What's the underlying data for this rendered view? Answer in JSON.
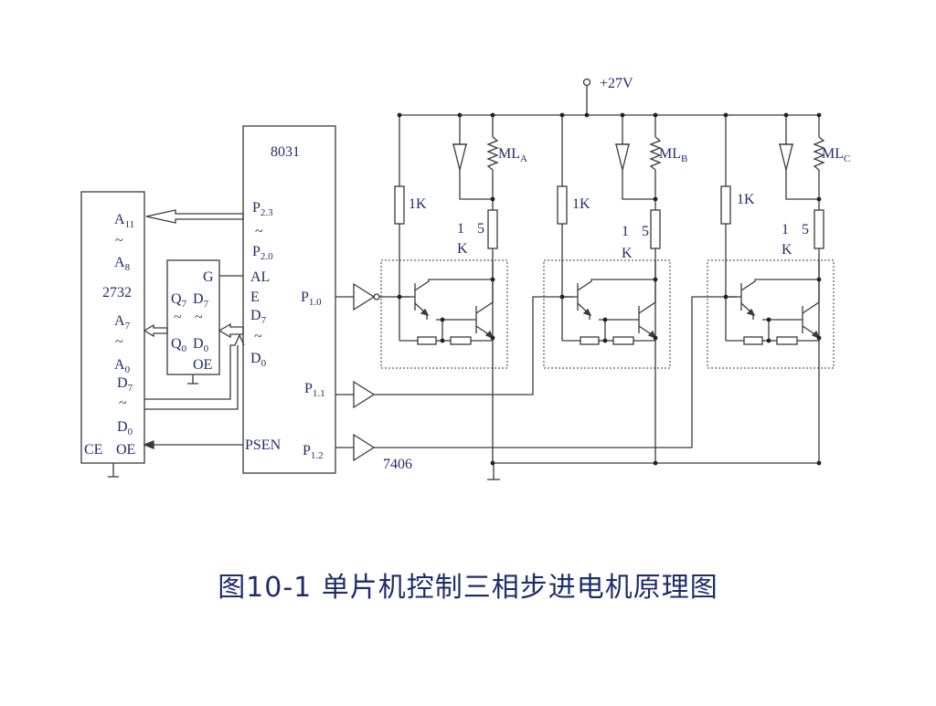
{
  "colors": {
    "line": "#3a3a3a",
    "text": "#1f2d6b"
  },
  "diagram": {
    "supply_label": "+27V",
    "mcu": {
      "name": "8031",
      "p2_high": "P",
      "p2_high_sub": "2.3",
      "p2_low": "P",
      "p2_low_sub": "2.0",
      "ale_1": "AL",
      "ale_2": "E",
      "d7": "D",
      "d7_sub": "7",
      "d0": "D",
      "d0_sub": "0",
      "p10": "P",
      "p10_sub": "1.0",
      "p11": "P",
      "p11_sub": "1.1",
      "p12": "P",
      "p12_sub": "1.2",
      "psen": "PSEN",
      "tilde": "~"
    },
    "eprom": {
      "name": "2732",
      "a11": "A",
      "a11_sub": "11",
      "a8": "A",
      "a8_sub": "8",
      "a7": "A",
      "a7_sub": "7",
      "a0": "A",
      "a0_sub": "0",
      "d7": "D",
      "d7_sub": "7",
      "d0": "D",
      "d0_sub": "0",
      "ce": "CE",
      "oe": "OE",
      "tilde": "~"
    },
    "latch": {
      "g": "G",
      "q7": "Q",
      "q7_sub": "7",
      "d7": "D",
      "d7_sub": "7",
      "q0": "Q",
      "q0_sub": "0",
      "d0": "D",
      "d0_sub": "0",
      "oe": "OE",
      "tilde": "~"
    },
    "buffer_label": "7406",
    "phases": [
      {
        "coil": "ML",
        "coil_sub": "A",
        "base_res": "1K",
        "res1": "1",
        "res2": "5",
        "res3": "K"
      },
      {
        "coil": "ML",
        "coil_sub": "B",
        "base_res": "1K",
        "res1": "1",
        "res2": "5",
        "res3": "K"
      },
      {
        "coil": "ML",
        "coil_sub": "C",
        "base_res": "1K",
        "res1": "1",
        "res2": "5",
        "res3": "K"
      }
    ]
  },
  "caption": "图10-1  单片机控制三相步进电机原理图"
}
